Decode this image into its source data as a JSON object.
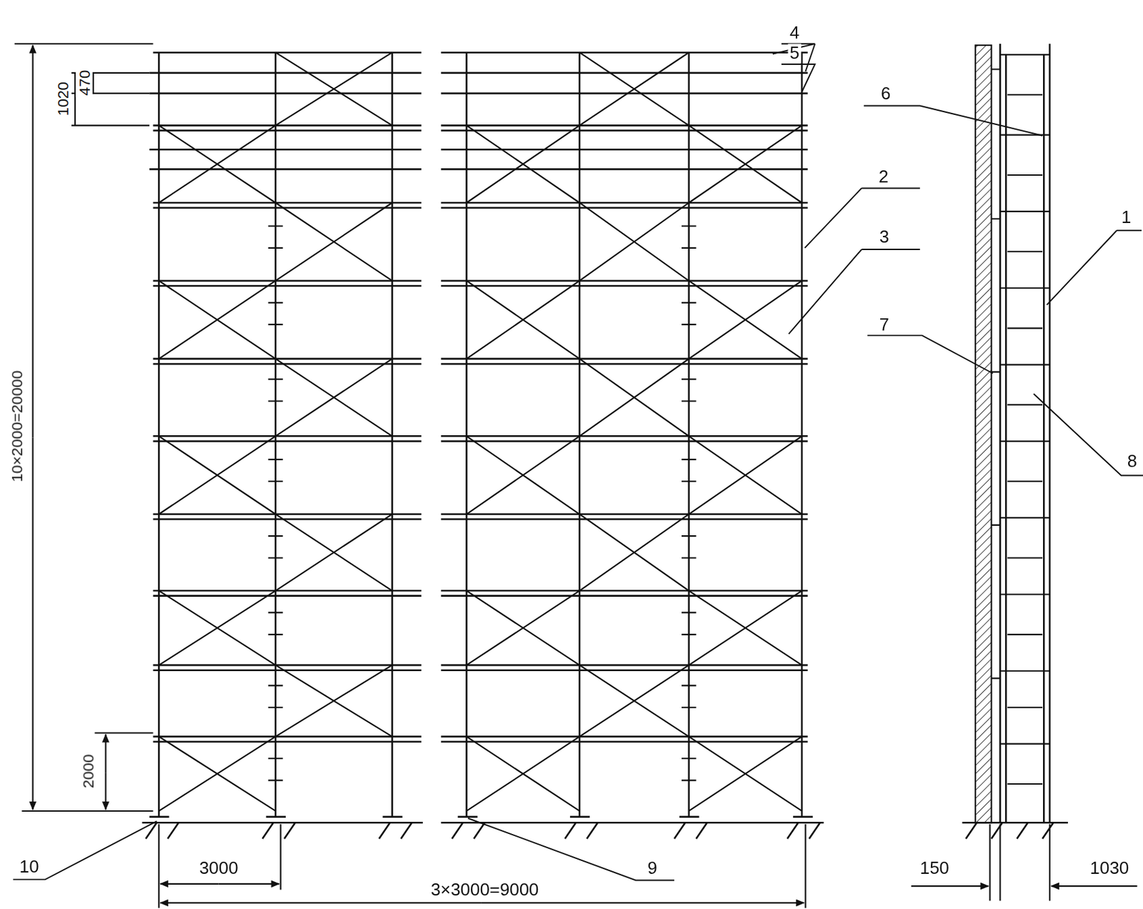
{
  "diagram": {
    "labels": [
      "4",
      "5",
      "6",
      "2",
      "3",
      "1",
      "7",
      "8",
      "1020",
      "470",
      "10×2000=20000",
      "2000",
      "3000",
      "3×3000=9000",
      "10",
      "9",
      "150",
      "1030"
    ]
  }
}
